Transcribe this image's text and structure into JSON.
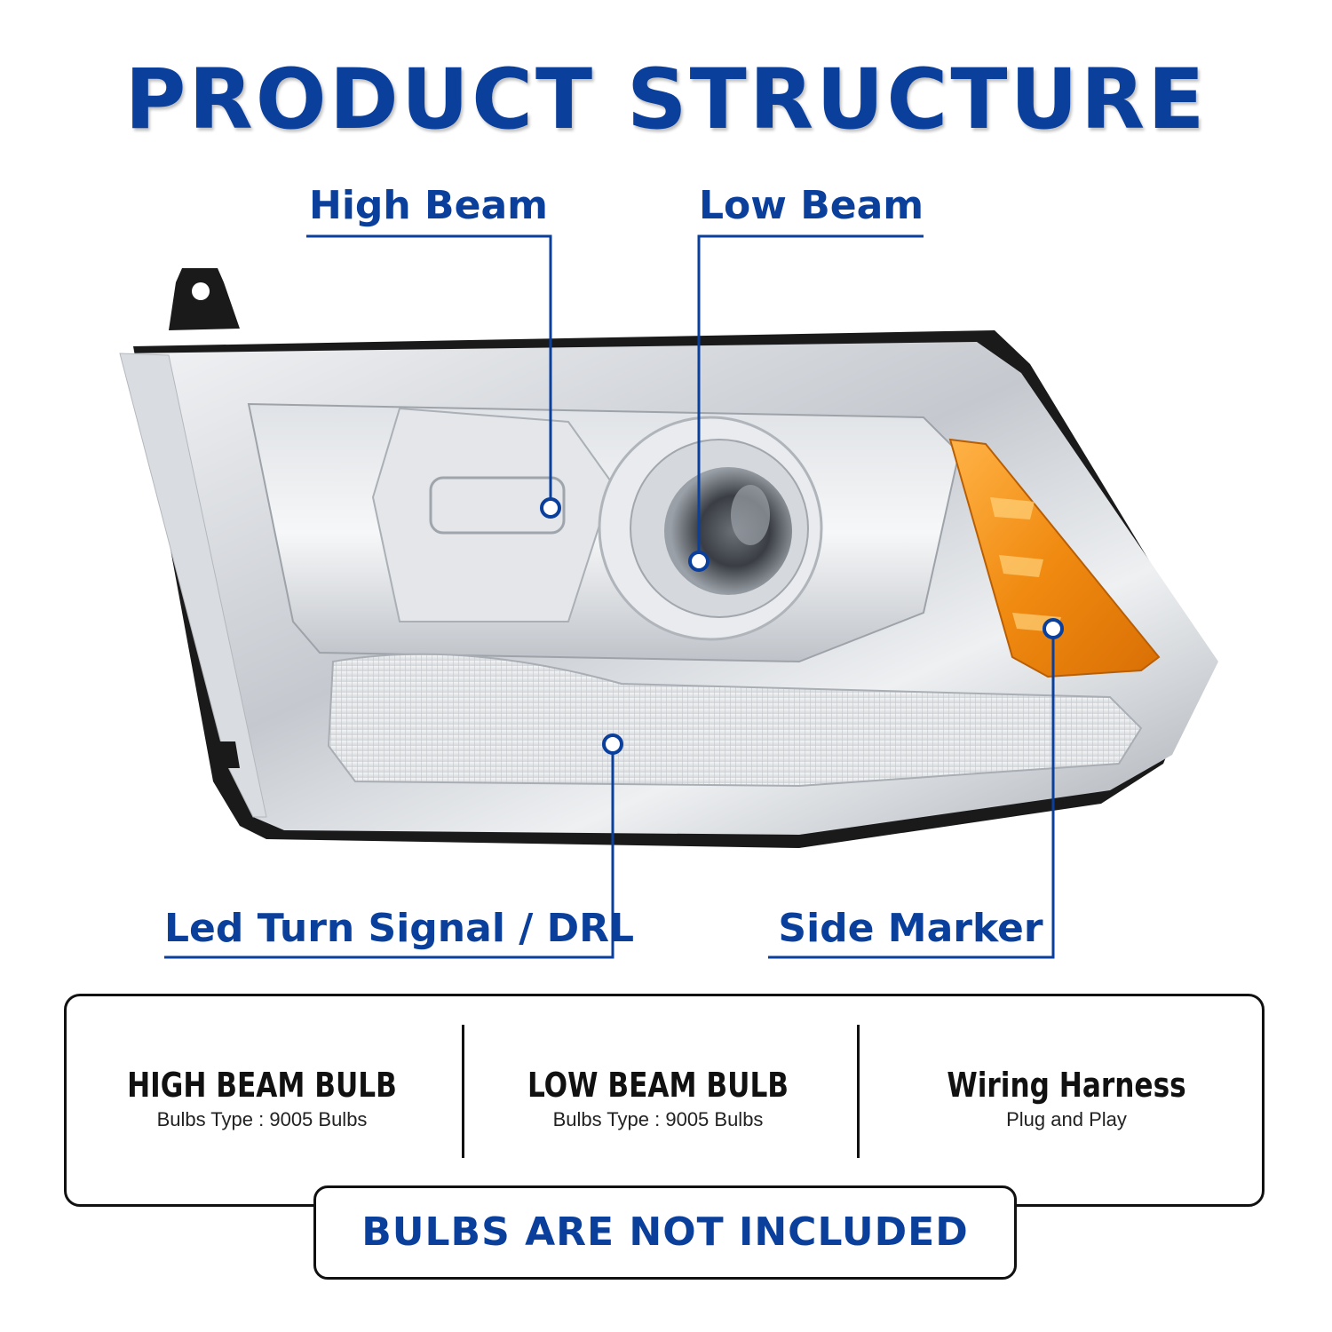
{
  "title": "PRODUCT STRUCTURE",
  "callouts": {
    "high_beam": "High Beam",
    "low_beam": "Low Beam",
    "turn_signal": "Led Turn Signal / DRL",
    "side_marker": "Side Marker"
  },
  "specs": [
    {
      "title": "HIGH BEAM BULB",
      "subtitle": "Bulbs Type : 9005 Bulbs"
    },
    {
      "title": "LOW BEAM BULB",
      "subtitle": "Bulbs Type : 9005 Bulbs"
    },
    {
      "title": "Wiring Harness",
      "subtitle": "Plug and Play"
    }
  ],
  "notice": "BULBS ARE NOT INCLUDED",
  "colors": {
    "brand_blue": "#0a3f9c",
    "amber": "#f29a1c",
    "chrome": "#c9ccd1",
    "frame_black": "#1a1a1a"
  },
  "product_image": "headlight-assembly"
}
